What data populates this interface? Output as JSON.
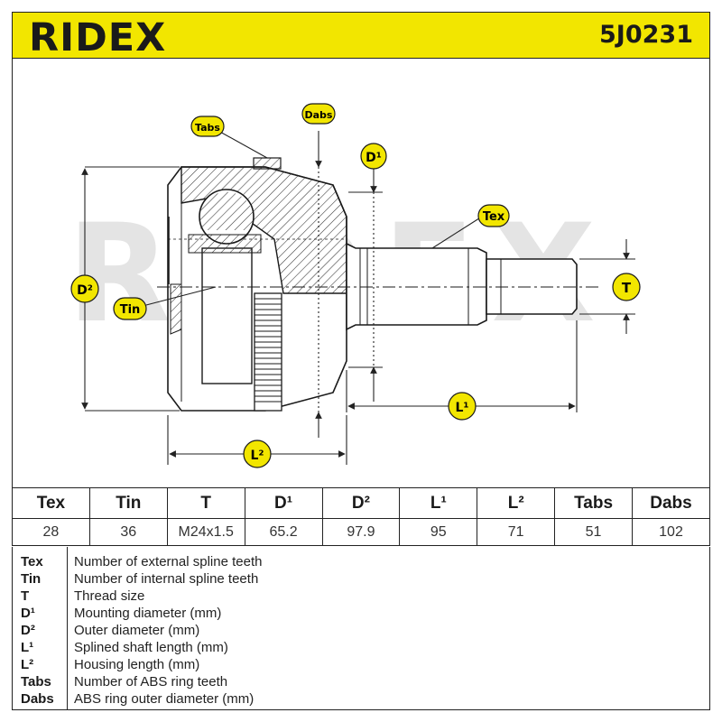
{
  "header": {
    "brand": "RIDEX",
    "part_number": "5J0231"
  },
  "diagram": {
    "watermark": "RIDEX",
    "callouts": {
      "tabs": "Tabs",
      "dabs": "Dabs",
      "d1": "D¹",
      "tex": "Tex",
      "d2": "D²",
      "t": "T",
      "tin": "Tin",
      "l1": "L¹",
      "l2": "L²"
    }
  },
  "spec_table": {
    "headers": [
      "Tex",
      "Tin",
      "T",
      "D¹",
      "D²",
      "L¹",
      "L²",
      "Tabs",
      "Dabs"
    ],
    "values": [
      "28",
      "36",
      "M24x1.5",
      "65.2",
      "97.9",
      "95",
      "71",
      "51",
      "102"
    ]
  },
  "legend": [
    {
      "key": "Tex",
      "desc": "Number of external spline teeth"
    },
    {
      "key": "Tin",
      "desc": "Number of internal spline teeth"
    },
    {
      "key": "T",
      "desc": "Thread size"
    },
    {
      "key": "D¹",
      "desc": "Mounting diameter (mm)"
    },
    {
      "key": "D²",
      "desc": "Outer diameter (mm)"
    },
    {
      "key": "L¹",
      "desc": "Splined shaft length (mm)"
    },
    {
      "key": "L²",
      "desc": "Housing length (mm)"
    },
    {
      "key": "Tabs",
      "desc": "Number of ABS ring teeth"
    },
    {
      "key": "Dabs",
      "desc": "ABS ring outer diameter (mm)"
    }
  ],
  "colors": {
    "header_bg": "#f2e600",
    "callout_fill": "#f2e600",
    "ink": "#1a1a1a",
    "watermark": "#e4e4e4"
  }
}
